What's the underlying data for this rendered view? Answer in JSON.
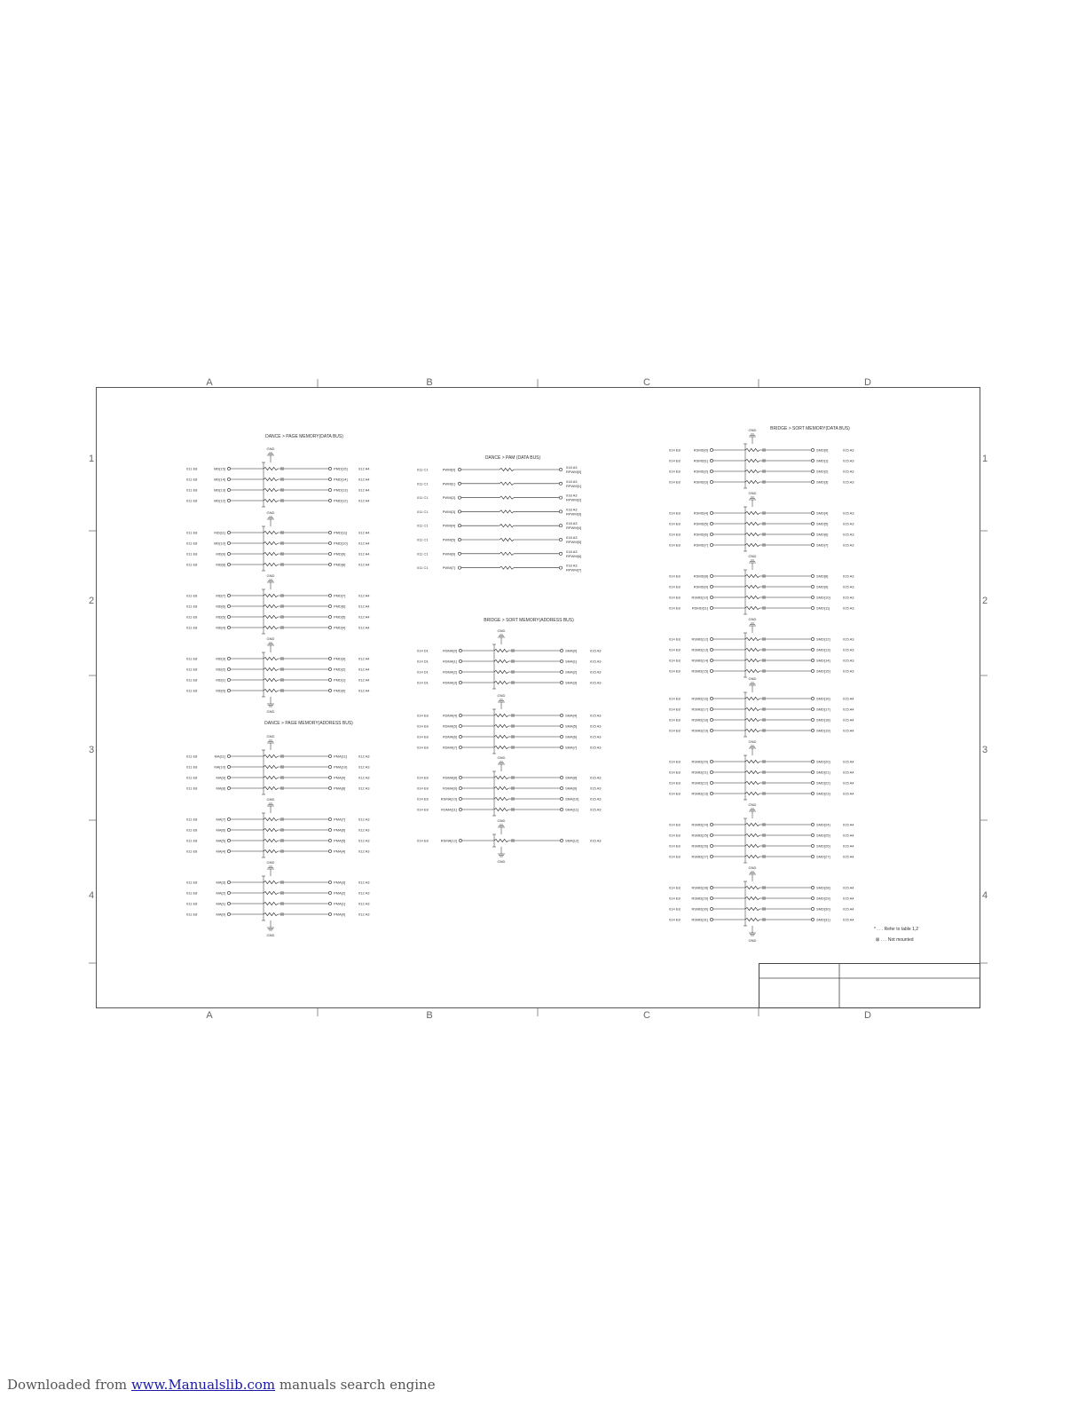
{
  "sheet": {
    "zone_columns": [
      "A",
      "B",
      "C",
      "D"
    ],
    "zone_rows": [
      "1",
      "2",
      "3",
      "4"
    ]
  },
  "sections": {
    "dance_page_data": "DANCE > PAGE MEMORY(DATA BUS)",
    "dance_pam_data": "DANCE > PAM (DATA BUS)",
    "bridge_sort_address": "BRIDGE > SORT MEMORY(ADDRESS BUS)",
    "bridge_sort_data": "BRIDGE > SORT MEMORY(DATA BUS)",
    "dance_page_address": "DANCE > PAGE MEMORY(ADDRESS BUS)"
  },
  "legend": {
    "refer_label": "* . . . Refer to table 1,2",
    "not_mounted_label": "⊠ . . . Not mounted"
  },
  "footer": {
    "prefix": "Downloaded from",
    "link": "www.Manualslib.com",
    "suffix": "manuals search engine"
  },
  "labels": {
    "gnd": "GND",
    "page_data_left": [
      "MD[15]",
      "MD[14]",
      "MD[13]",
      "MD[12]",
      "MD[11]",
      "MD[10]",
      "MD[9]",
      "MD[8]",
      "MD[7]",
      "MD[6]",
      "MD[5]",
      "MD[4]",
      "MD[3]",
      "MD[2]",
      "MD[1]",
      "MD[0]"
    ],
    "page_data_right": [
      "PMD[15]",
      "PMD[14]",
      "PMD[13]",
      "PMD[12]",
      "PMD[11]",
      "PMD[10]",
      "PMD[9]",
      "PMD[8]",
      "PMD[7]",
      "PMD[6]",
      "PMD[5]",
      "PMD[4]",
      "PMD[3]",
      "PMD[2]",
      "PMD[1]",
      "PMD[0]"
    ],
    "page_addr_left": [
      "MA[11]",
      "MA[10]",
      "MA[9]",
      "MA[8]",
      "MA[7]",
      "MA[6]",
      "MA[5]",
      "MA[4]",
      "MA[3]",
      "MA[2]",
      "MA[1]",
      "MA[0]"
    ],
    "page_addr_right": [
      "PMA[11]",
      "PMA[10]",
      "PMA[9]",
      "PMA[8]",
      "PMA[7]",
      "PMA[6]",
      "PMA[5]",
      "PMA[4]",
      "PMA[3]",
      "PMA[2]",
      "PMA[1]",
      "PMA[0]"
    ],
    "pam_left": [
      "PWM[0]",
      "PWM[1]",
      "PWM[2]",
      "PWM[3]",
      "PWM[4]",
      "PWM[5]",
      "PWM[6]",
      "PWM[7]"
    ],
    "pam_right": [
      "RPWM[0]",
      "RPWM[1]",
      "RPWM[2]",
      "RPWM[3]",
      "RPWM[4]",
      "RPWM[5]",
      "RPWM[6]",
      "RPWM[7]"
    ],
    "sort_addr_left": [
      "RSMA[0]",
      "RSMA[1]",
      "RSMA[2]",
      "RSMA[3]",
      "RSMA[4]",
      "RSMA[5]",
      "RSMA[6]",
      "RSMA[7]",
      "RSMA[8]",
      "RSMA[9]",
      "RSMA[10]",
      "RSMA[11]",
      "RSMA[12]"
    ],
    "sort_addr_right": [
      "SMA[0]",
      "SMA[1]",
      "SMA[2]",
      "SMA[3]",
      "SMA[4]",
      "SMA[5]",
      "SMA[6]",
      "SMA[7]",
      "SMA[8]",
      "SMA[9]",
      "SMA[10]",
      "SMA[11]",
      "SMA[12]"
    ],
    "sort_data_left": [
      "RSMD[0]",
      "RSMD[1]",
      "RSMD[2]",
      "RSMD[3]",
      "RSMD[4]",
      "RSMD[5]",
      "RSMD[6]",
      "RSMD[7]",
      "RSMD[8]",
      "RSMD[9]",
      "RSMD[10]",
      "RSMD[11]",
      "RSMD[12]",
      "RSMD[13]",
      "RSMD[14]",
      "RSMD[15]",
      "RSMD[16]",
      "RSMD[17]",
      "RSMD[18]",
      "RSMD[19]",
      "RSMD[20]",
      "RSMD[21]",
      "RSMD[22]",
      "RSMD[23]",
      "RSMD[24]",
      "RSMD[25]",
      "RSMD[26]",
      "RSMD[27]",
      "RSMD[28]",
      "RSMD[29]",
      "RSMD[30]",
      "RSMD[31]"
    ],
    "sort_data_right": [
      "SMD[0]",
      "SMD[1]",
      "SMD[2]",
      "SMD[3]",
      "SMD[4]",
      "SMD[5]",
      "SMD[6]",
      "SMD[7]",
      "SMD[8]",
      "SMD[9]",
      "SMD[10]",
      "SMD[11]",
      "SMD[12]",
      "SMD[13]",
      "SMD[14]",
      "SMD[15]",
      "SMD[16]",
      "SMD[17]",
      "SMD[18]",
      "SMD[19]",
      "SMD[20]",
      "SMD[21]",
      "SMD[22]",
      "SMD[23]",
      "SMD[24]",
      "SMD[25]",
      "SMD[26]",
      "SMD[27]",
      "SMD[28]",
      "SMD[29]",
      "SMD[30]",
      "SMD[31]"
    ],
    "ref_page_left": "011 E8",
    "ref_page_right": "012 A4",
    "ref_page_addr_right": "012 A3",
    "ref_pam_left": "011 C1",
    "ref_pam_right": "018 A3",
    "ref_sort_left": "014 E8",
    "ref_sort_addr_left": "014 D1",
    "ref_sort_right": "015 A3",
    "ref_sort_data_right2": "015 A4"
  }
}
